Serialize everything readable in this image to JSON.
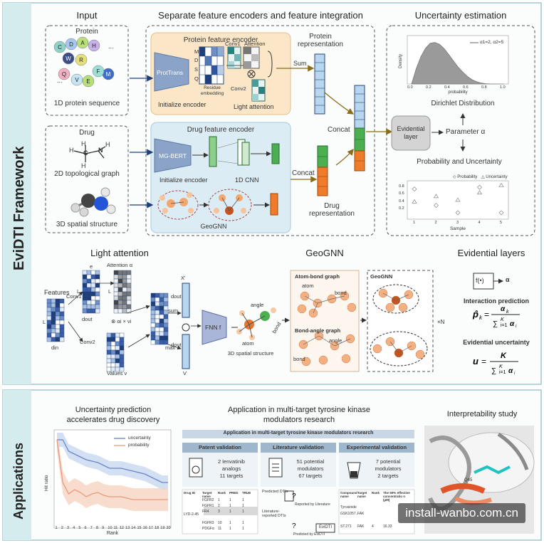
{
  "framework": {
    "side_label": "EviDTI Framework",
    "input": {
      "title": "Input",
      "protein_label": "Protein",
      "protein_seq_caption": "1D protein sequence",
      "protein_letters": [
        "C",
        "D",
        "A",
        "H",
        "W",
        "R",
        "M",
        "F",
        "Q",
        "V",
        "E"
      ],
      "ellipsis": "...",
      "drug_label": "Drug",
      "graph_caption": "2D topological graph",
      "structure_caption": "3D spatial structure",
      "atoms": [
        "H",
        "C",
        "N"
      ]
    },
    "encoders": {
      "title": "Separate feature encoders and feature integration",
      "protein_encoder_title": "Protein feature encoder",
      "prottrans": "ProtTrans",
      "residue_embedding": "Residue embedding",
      "residue_letters": [
        "M",
        "D",
        "S",
        "Q"
      ],
      "conv1": "Conv1",
      "attention": "Attention",
      "conv2": "Conv2",
      "initialize_encoder": "Initialize encoder",
      "light_attention": "Light attention",
      "sum": "Sum",
      "protein_representation": "Protein representation",
      "drug_encoder_title": "Drug feature encoder",
      "mgbert": "MG-BERT",
      "initialize_encoder_2": "Initialize encoder",
      "cnn_1d": "1D CNN",
      "geognn": "GeoGNN",
      "concat_top": "Concat",
      "concat_drug": "Concat",
      "drug_representation": "Drug representation"
    },
    "uncertainty": {
      "title": "Uncertainty estimation",
      "density_legend": "α1=2, α2=5",
      "density_ylabel": "Density",
      "density_xlabel": "probability",
      "density_xticks": [
        "0.0",
        "0.2",
        "0.4",
        "0.6",
        "0.8",
        "1.0"
      ],
      "dirichlet": "Dirichlet Distribution",
      "evidential_layer": "Evidential layer",
      "parameter": "Parameter α",
      "prob_uncert": "Probability and Uncertainty",
      "scatter_legend_prob": "Probability",
      "scatter_legend_unc": "Uncertainty",
      "scatter_xlabel": "Sample",
      "scatter_xticks": [
        "1",
        "2",
        "3",
        "4",
        "5"
      ],
      "scatter_yticks": [
        "0.2",
        "0.4",
        "0.6",
        "0.8"
      ]
    },
    "light_attention": {
      "title": "Light attention",
      "features": "Features",
      "conv1": "Conv1",
      "conv2": "Conv2",
      "e": "e",
      "attention_alpha": "Attention α",
      "values_v": "Values v",
      "L": "L",
      "d_out": "dout",
      "d_in": "din",
      "alpha_v": "⊗ αi × vi",
      "sum": "sum",
      "max": "max",
      "x_prime": "X'",
      "plus": "⊕",
      "V": "V",
      "fnn": "FNN f"
    },
    "geognn": {
      "title": "GeoGNN",
      "atom_bond_graph": "Atom-bond graph",
      "bond_angle_graph": "Bond-angle graph",
      "geognn_box": "GeoGNN",
      "angle": "angle",
      "atom": "atom",
      "bond": "bond",
      "spatial_structure": "3D spatial structure",
      "repeat": "×N"
    },
    "evidential_layers": {
      "title": "Evidential layers",
      "f_box": "f(•)",
      "alpha": "α",
      "interaction_prediction": "Interaction prediction",
      "evidential_uncertainty": "Evidential uncertainty"
    }
  },
  "applications": {
    "side_label": "Applications",
    "uncertainty_panel": {
      "title_line1": "Uncertainty prediction",
      "title_line2": "accelerates drug discovery",
      "legend_uncertainty": "uncertainty",
      "legend_probability": "probability",
      "ylabel": "Hit ratio",
      "xlabel": "Rank",
      "xticks": [
        "1",
        "2",
        "3",
        "4",
        "5",
        "6",
        "7",
        "8",
        "9",
        "10",
        "11",
        "12",
        "13",
        "14",
        "15",
        "16",
        "17",
        "18",
        "19",
        "20"
      ]
    },
    "tyrosine_panel": {
      "title_line1": "Application in multi-target tyrosine kinase",
      "title_line2": "modulators  research",
      "banner": "Application in multi-target tyrosine kinase modulators research",
      "patent": {
        "header": "Patent validation",
        "text_line1": "2 lenvatinib",
        "text_line2": "analogs",
        "text_line3": "11 targets"
      },
      "literature": {
        "header": "Literature validation",
        "text_line1": "51 potential",
        "text_line2": "modulators",
        "text_line3": "67 targets",
        "predicted_dtis": "Predicted DTIs",
        "reported_by_literature": "Reported by Literature",
        "literature_reported": "Literature-reported DTIs",
        "predicted_by_evidti": "Predicted by EviDTI",
        "evidti_box": "EviDTI",
        "question": "?"
      },
      "experimental": {
        "header": "Experimental validation",
        "text_line1": "7 potential",
        "text_line2": "modulators",
        "text_line3": "2 targets"
      },
      "patent_table": {
        "columns": [
          "Drug ID",
          "Target name",
          "Rank",
          "PRED",
          "TRUE"
        ],
        "drug_id": "LYD-2-45",
        "rows": [
          [
            "FGFR2",
            "1",
            "1",
            "1"
          ],
          [
            "FGFR1",
            "2",
            "1",
            "1"
          ],
          [
            "FR4",
            "3",
            "1",
            "1"
          ],
          [
            "",
            "",
            "",
            ""
          ],
          [
            "FGFR3",
            "10",
            "1",
            "1"
          ],
          [
            "PDGFα",
            "11",
            "1",
            "1"
          ]
        ]
      },
      "exp_table": {
        "columns": [
          "Compound name",
          "Target name",
          "Rank",
          "The 50% effective concentratio n (µM)"
        ],
        "rows": [
          [
            "Tyrosinide",
            "",
            "",
            ""
          ],
          [
            "GSK1057..",
            "FAK",
            "",
            ""
          ],
          [
            "",
            "",
            "",
            ""
          ],
          [
            "ST.271",
            "FAK",
            "4",
            "16.33"
          ]
        ]
      }
    },
    "interpretability": {
      "title": "Interpretability study",
      "residue_label": "Q45"
    }
  },
  "watermark": "install-wanbo.com.cn",
  "chart_data": [
    {
      "type": "area",
      "x": [
        0.0,
        0.05,
        0.1,
        0.15,
        0.2,
        0.25,
        0.3,
        0.35,
        0.4,
        0.45,
        0.5,
        0.55,
        0.6,
        0.65,
        0.7,
        0.75,
        0.8,
        0.85,
        0.9,
        0.95,
        1.0
      ],
      "values": [
        0,
        0.9,
        1.6,
        2.1,
        2.4,
        2.45,
        2.35,
        2.1,
        1.75,
        1.38,
        1.02,
        0.72,
        0.46,
        0.27,
        0.14,
        0.06,
        0.02,
        0.005,
        0,
        0,
        0
      ],
      "title": "",
      "xlabel": "probability",
      "ylabel": "Density",
      "xlim": [
        0,
        1
      ],
      "ylim": [
        0,
        2.6
      ],
      "legend": [
        "α1=2, α2=5"
      ]
    },
    {
      "type": "scatter",
      "x": [
        1,
        2,
        3,
        4,
        5
      ],
      "series": [
        {
          "name": "Probability",
          "values": [
            0.75,
            0.3,
            0.1,
            0.8,
            0.1
          ]
        },
        {
          "name": "Uncertainty",
          "values": [
            0.4,
            0.55,
            0.45,
            0.65,
            0.85
          ]
        }
      ],
      "xlabel": "Sample",
      "ylim": [
        0,
        0.9
      ]
    },
    {
      "type": "line",
      "x": [
        1,
        2,
        3,
        4,
        5,
        6,
        7,
        8,
        9,
        10,
        11,
        12,
        13,
        14,
        15,
        16,
        17,
        18,
        19,
        20
      ],
      "series": [
        {
          "name": "uncertainty",
          "values": [
            1.0,
            1.0,
            0.92,
            0.9,
            0.88,
            0.86,
            0.85,
            0.84,
            0.82,
            0.8,
            0.8,
            0.8,
            0.79,
            0.78,
            0.77,
            0.76,
            0.74,
            0.72,
            0.7,
            0.7
          ]
        },
        {
          "name": "probability",
          "values": [
            1.0,
            0.7,
            0.62,
            0.65,
            0.63,
            0.6,
            0.62,
            0.63,
            0.61,
            0.6,
            0.6,
            0.6,
            0.59,
            0.58,
            0.58,
            0.58,
            0.58,
            0.58,
            0.58,
            0.58
          ]
        }
      ],
      "xlabel": "Rank",
      "ylabel": "Hit ratio",
      "ylim": [
        0.4,
        1.05
      ]
    }
  ]
}
